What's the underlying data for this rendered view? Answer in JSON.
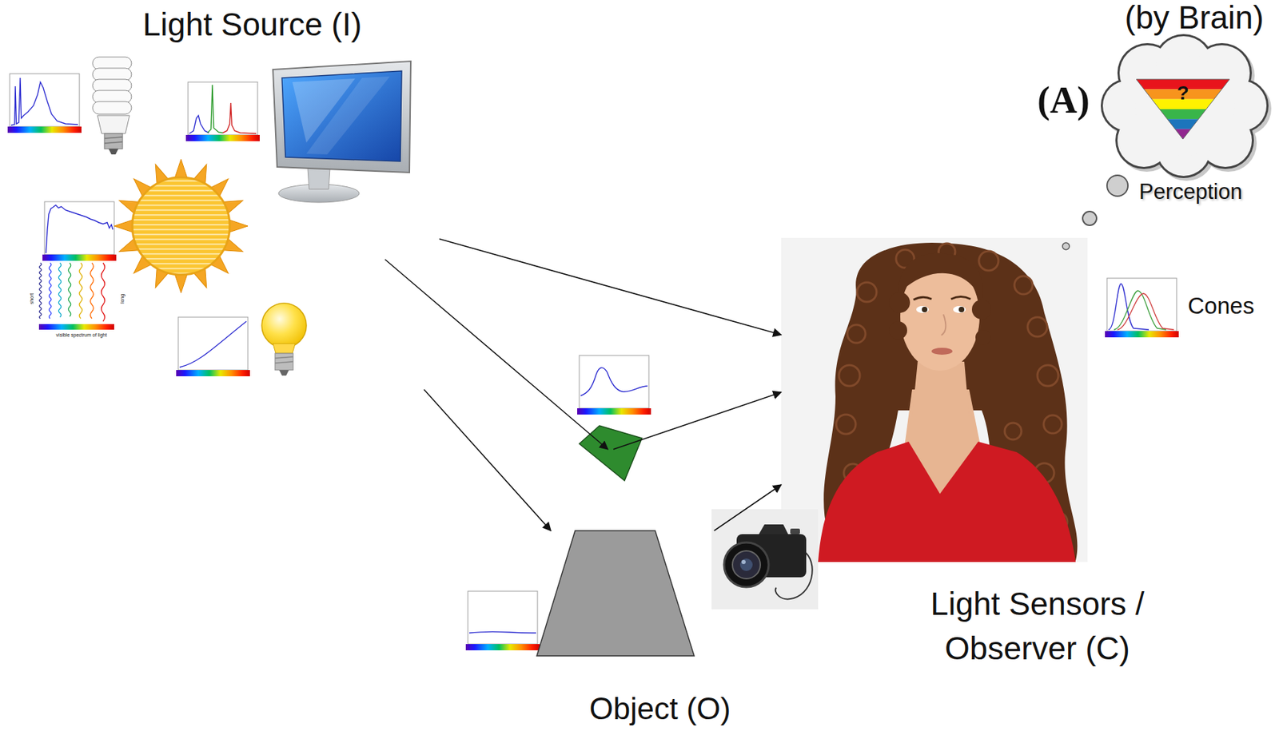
{
  "diagram": {
    "nodes": [
      {
        "text": [
          "Light Source (I)"
        ]
      },
      {
        "text": [
          "Object (O)"
        ]
      },
      {
        "text": [
          "Light Sensors / Observer (C)"
        ]
      }
    ],
    "edges": [
      {
        "from": 0,
        "to": 2,
        "arrow": "to"
      },
      {
        "from": 0,
        "to": 1,
        "arrow": "to"
      },
      {
        "from": 1,
        "to": 2,
        "arrow": "to"
      }
    ],
    "labels": [
      "(by Brain)",
      "(A)",
      "?",
      "Perception",
      "Cones",
      "visible spectrum of light",
      "short",
      "long"
    ]
  }
}
